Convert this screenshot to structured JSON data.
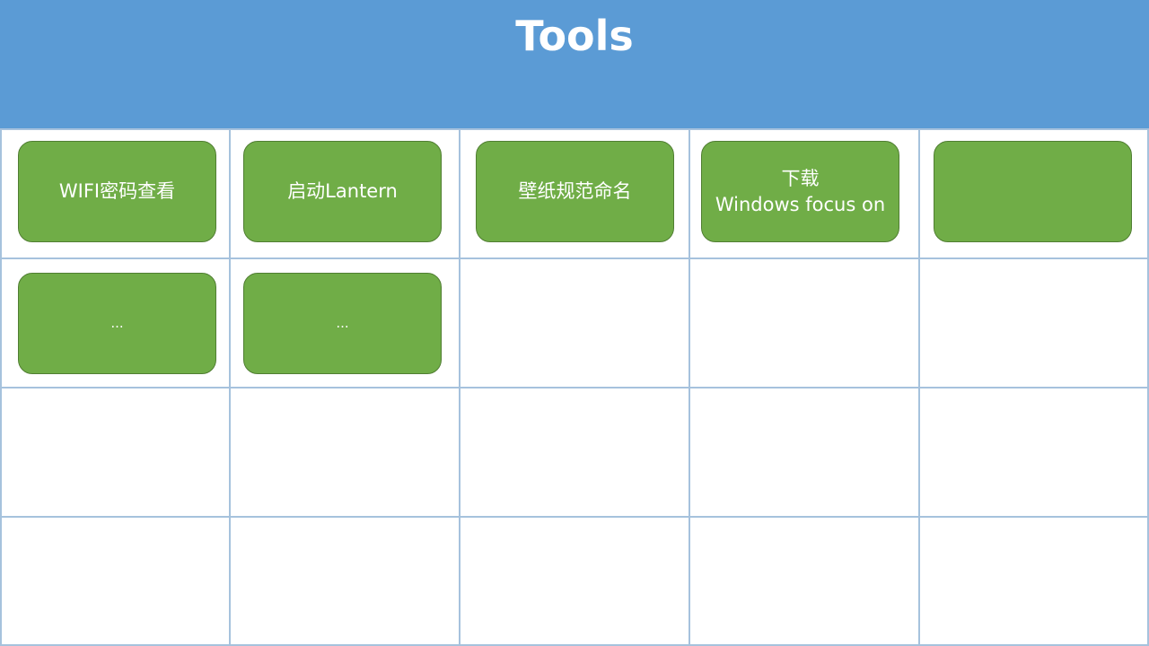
{
  "header": {
    "title": "Tools",
    "background_color": "#5b9bd5"
  },
  "grid": {
    "rows": 4,
    "columns": 5,
    "line_color": "#a6c2dd"
  },
  "tools": {
    "button_color": "#70ad47",
    "items": [
      {
        "lines": [
          "WIFI密码查看"
        ]
      },
      {
        "lines": [
          "启动Lantern"
        ]
      },
      {
        "lines": [
          "壁纸规范命名"
        ]
      },
      {
        "lines": [
          "下载",
          "Windows focus on"
        ]
      },
      {
        "lines": []
      },
      {
        "lines": [
          "..."
        ]
      },
      {
        "lines": [
          "..."
        ]
      }
    ]
  }
}
